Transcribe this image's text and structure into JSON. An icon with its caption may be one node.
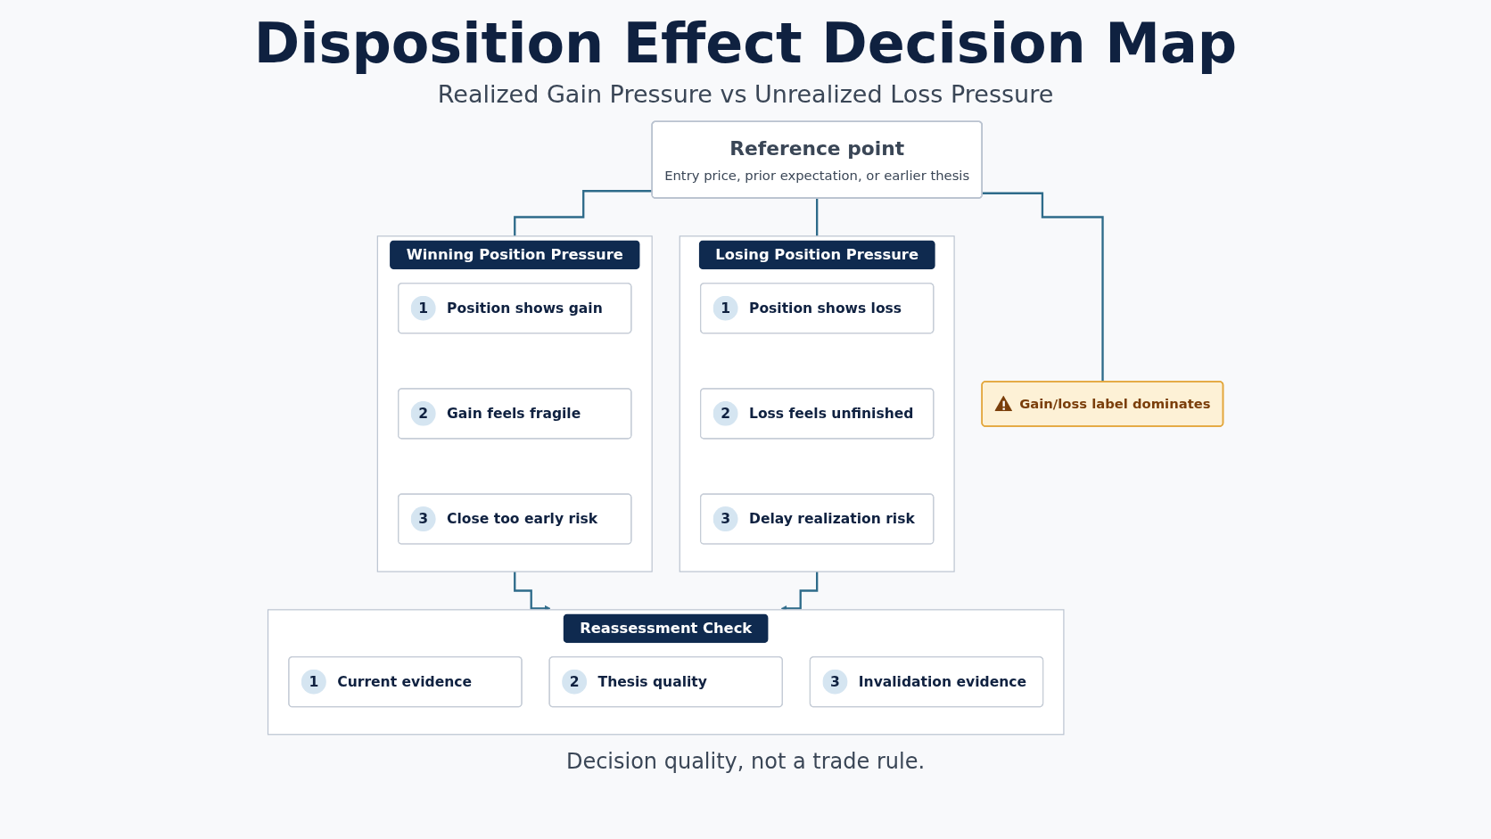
{
  "diagram": {
    "title": "Disposition Effect Decision Map",
    "caption": "Decision quality, not a trade rule.",
    "nodes": [
      {
        "text": [
          "Reference point",
          "Entry price, prior expectation, or earlier thesis"
        ]
      },
      {
        "text": [
          "Winning Position Pressure"
        ]
      },
      {
        "text": [
          "1",
          "Position shows gain"
        ],
        "in": 1
      },
      {
        "text": [
          "2",
          "Gain feels fragile"
        ],
        "in": 1
      },
      {
        "text": [
          "3",
          "Close too early risk"
        ],
        "in": 1
      },
      {
        "text": [
          "Gain/loss label dominates"
        ]
      },
      {
        "text": [
          "Losing Position Pressure"
        ]
      },
      {
        "text": [
          "1",
          "Position shows loss"
        ],
        "in": 6
      },
      {
        "text": [
          "2",
          "Loss feels unfinished"
        ],
        "in": 6
      },
      {
        "text": [
          "3",
          "Delay realization risk"
        ],
        "in": 6
      },
      {
        "text": [
          "Reassessment Check"
        ]
      },
      {
        "text": [
          "1",
          "Current evidence"
        ],
        "in": 10
      },
      {
        "text": [
          "2",
          "Thesis quality"
        ],
        "in": 10
      },
      {
        "text": [
          "3",
          "Invalidation evidence"
        ],
        "in": 10
      }
    ],
    "edges": [
      {
        "from": 0,
        "to": 1,
        "arrow": "none"
      },
      {
        "from": 0,
        "to": 5,
        "arrow": "none"
      },
      {
        "from": 0,
        "to": 6,
        "arrow": "none"
      },
      {
        "from": 1,
        "to": 10,
        "arrow": "to"
      },
      {
        "from": 6,
        "to": 10,
        "arrow": "to"
      }
    ],
    "labels": [
      "Realized Gain Pressure vs Unrealized Loss Pressure"
    ]
  }
}
